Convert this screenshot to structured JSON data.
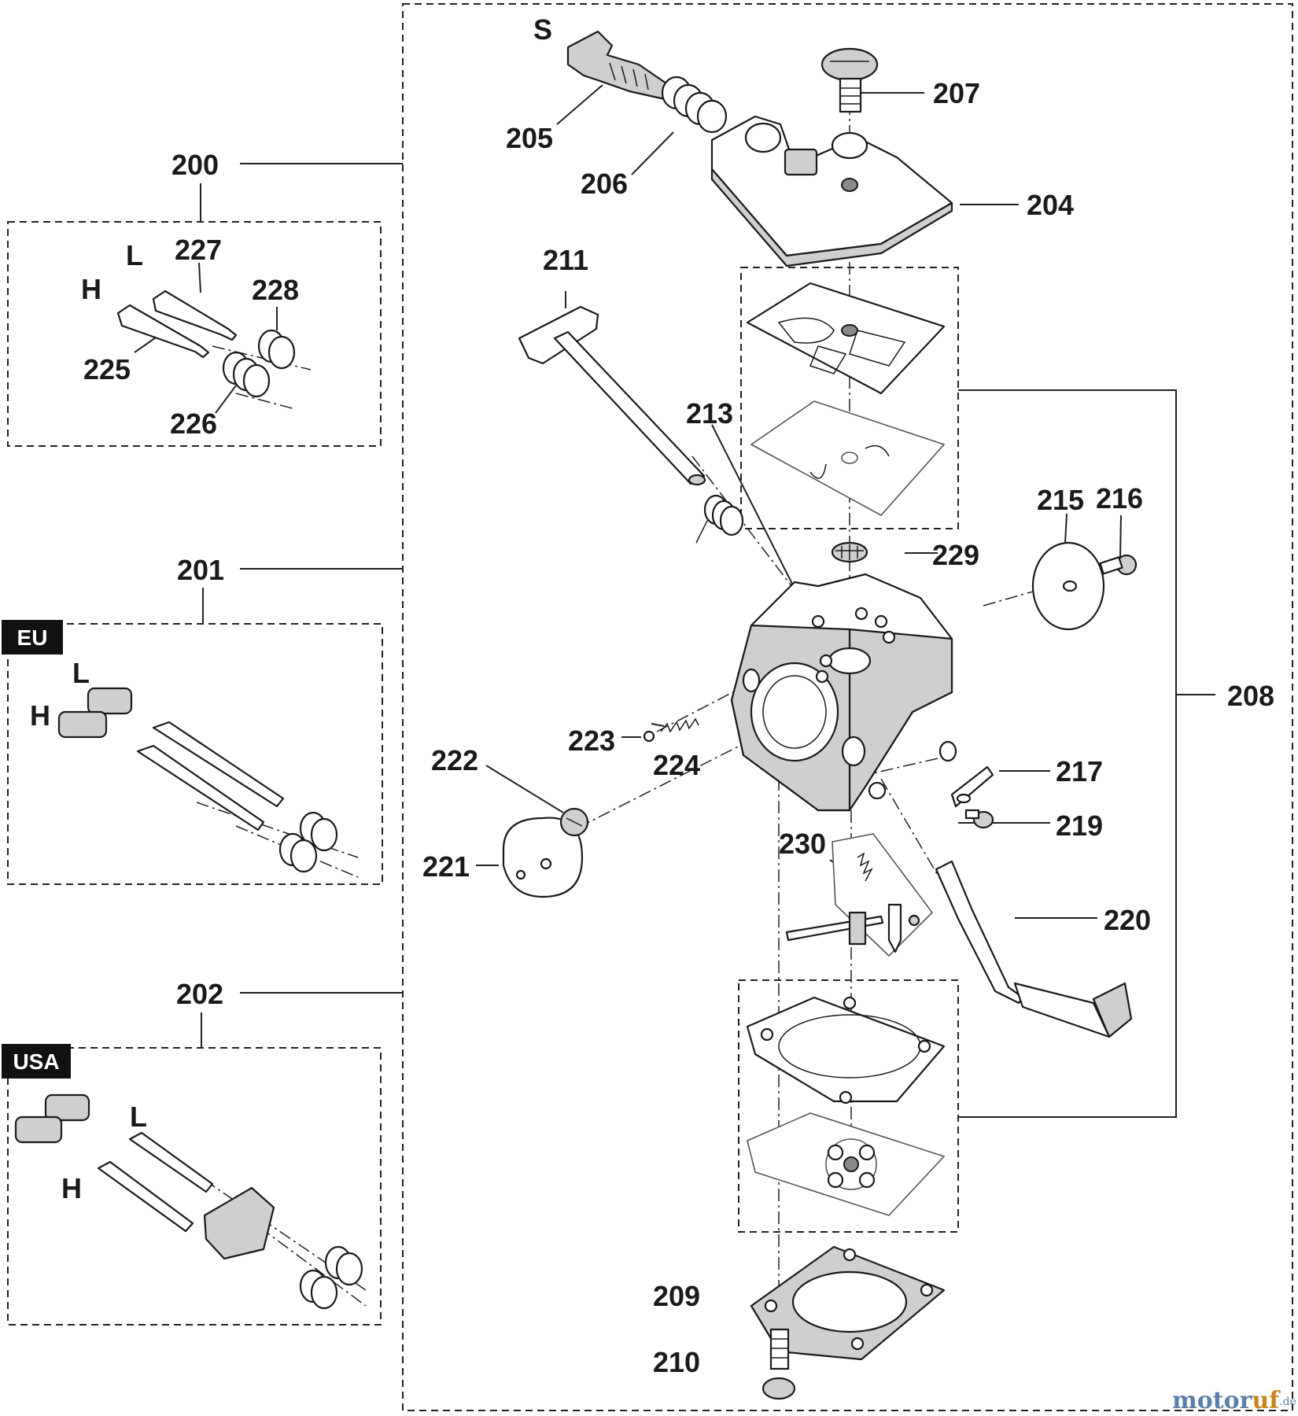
{
  "callouts": {
    "c200": "200",
    "c201": "201",
    "c202": "202",
    "c204": "204",
    "c205": "205",
    "c206": "206",
    "c207": "207",
    "c208": "208",
    "c209": "209",
    "c210": "210",
    "c211": "211",
    "c213": "213",
    "c215": "215",
    "c216": "216",
    "c217": "217",
    "c219": "219",
    "c220": "220",
    "c221": "221",
    "c222": "222",
    "c223": "223",
    "c224": "224",
    "c225": "225",
    "c226": "226",
    "c227": "227",
    "c228": "228",
    "c229": "229",
    "c230": "230"
  },
  "markers": {
    "s": "S",
    "l_200": "L",
    "h_200": "H",
    "l_201": "L",
    "h_201": "H",
    "l_202": "L",
    "h_202": "H"
  },
  "region_tags": {
    "eu": "EU",
    "usa": "USA"
  },
  "watermark": {
    "part1": "motor",
    "part2": "uf",
    "suffix": ".de"
  }
}
